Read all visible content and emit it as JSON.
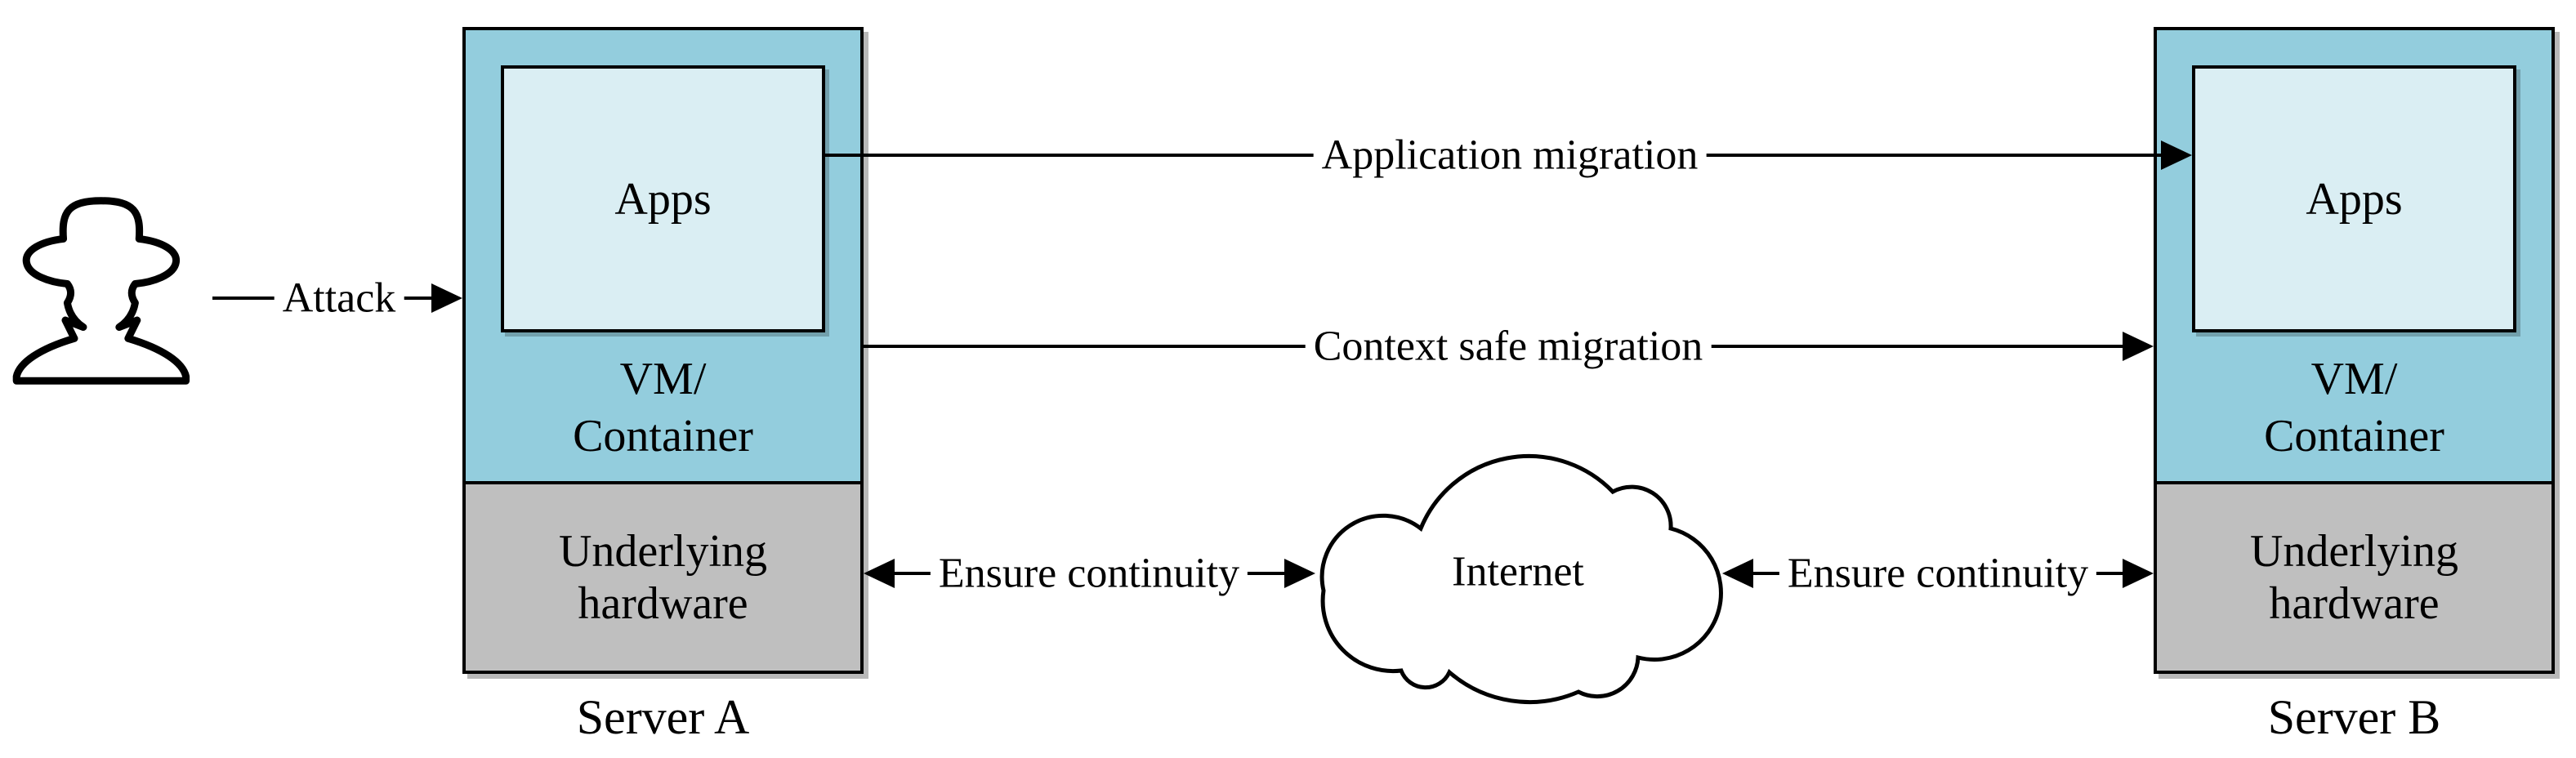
{
  "attacker": {
    "icon": "spy-icon",
    "attack_label": "Attack"
  },
  "servers": {
    "a": {
      "caption": "Server A",
      "apps_label": "Apps",
      "vm_label_line1": "VM/",
      "vm_label_line2": "Container",
      "hardware_line1": "Underlying",
      "hardware_line2": "hardware"
    },
    "b": {
      "caption": "Server B",
      "apps_label": "Apps",
      "vm_label_line1": "VM/",
      "vm_label_line2": "Container",
      "hardware_line1": "Underlying",
      "hardware_line2": "hardware"
    }
  },
  "arrows": {
    "application_migration_label": "Application migration",
    "context_safe_migration_label": "Context safe migration",
    "ensure_continuity_left_label": "Ensure continuity",
    "ensure_continuity_right_label": "Ensure continuity"
  },
  "cloud": {
    "label": "Internet"
  },
  "colors": {
    "vm_container_fill": "#93CDDD",
    "apps_fill": "#DAEEF3",
    "hardware_fill": "#BFBFBF",
    "outline": "#000000",
    "background": "#FFFFFF"
  }
}
